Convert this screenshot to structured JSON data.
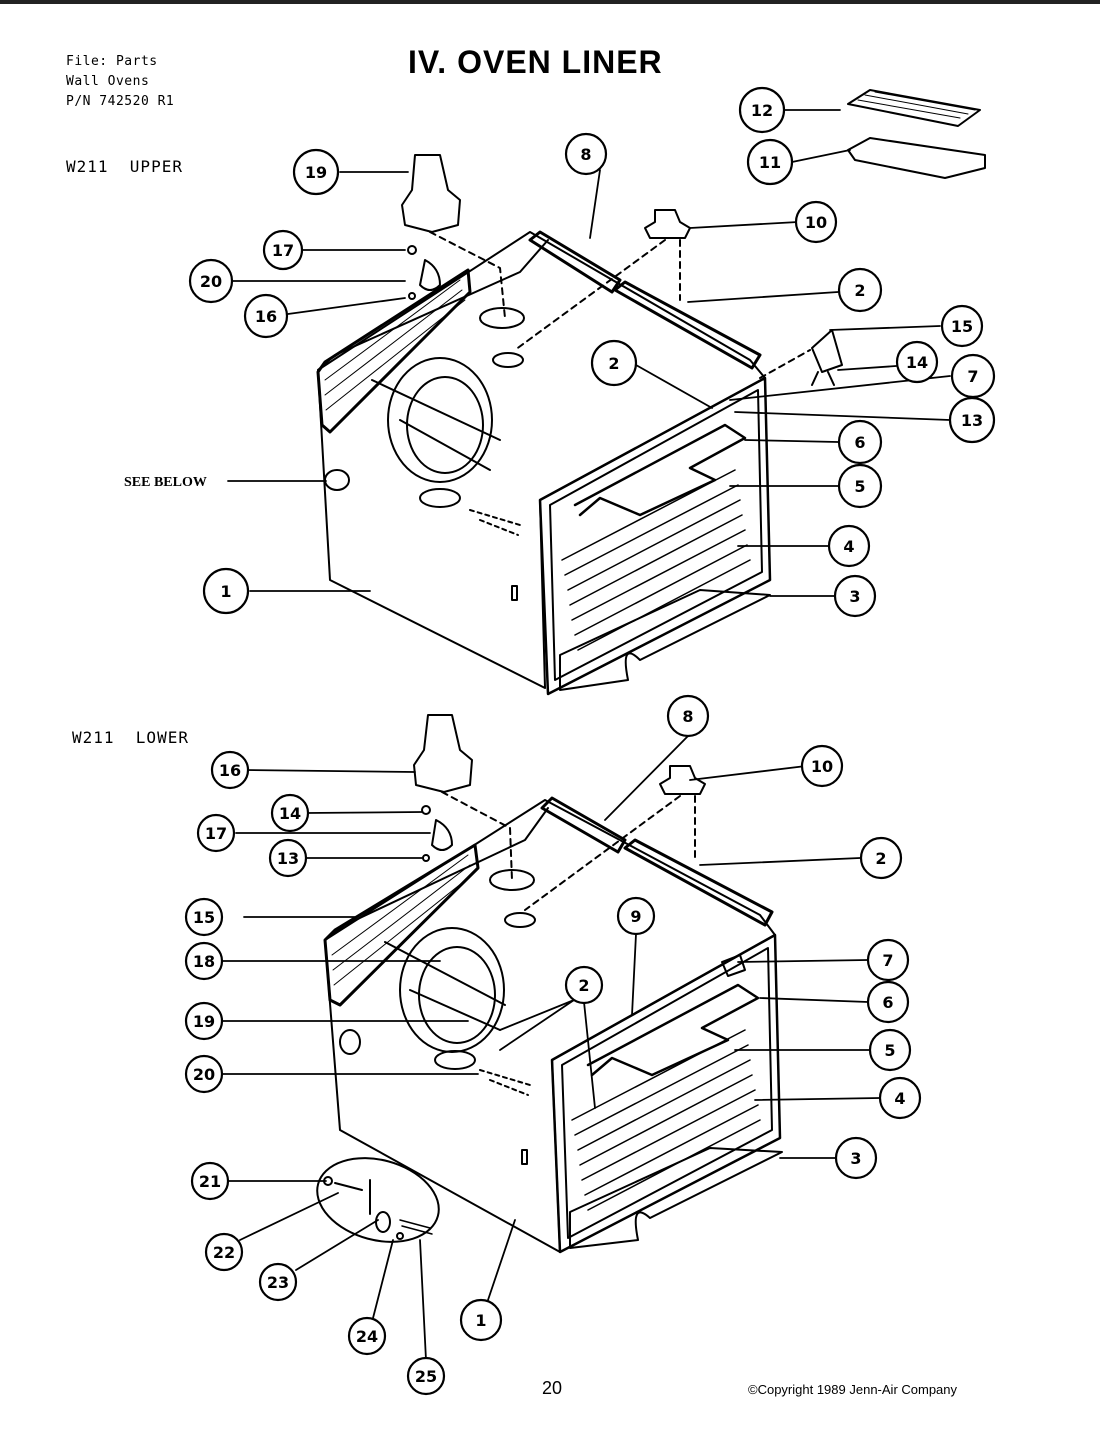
{
  "header": {
    "meta_lines": [
      "File: Parts",
      "Wall Ovens",
      "P/N 742520 R1"
    ],
    "title": "IV. OVEN LINER"
  },
  "sections": {
    "upper": {
      "label": "W211  UPPER",
      "see_below": "SEE BELOW",
      "callouts": [
        "1",
        "2",
        "2",
        "3",
        "4",
        "5",
        "6",
        "7",
        "8",
        "10",
        "11",
        "12",
        "13",
        "14",
        "15",
        "16",
        "17",
        "19",
        "20"
      ]
    },
    "lower": {
      "label": "W211  LOWER",
      "callouts": [
        "1",
        "2",
        "2",
        "3",
        "4",
        "5",
        "6",
        "7",
        "8",
        "9",
        "10",
        "13",
        "14",
        "15",
        "16",
        "17",
        "18",
        "19",
        "20",
        "21",
        "22",
        "23",
        "24",
        "25"
      ]
    }
  },
  "footer": {
    "page_number": "20",
    "copyright": "©Copyright 1989 Jenn-Air Company"
  }
}
